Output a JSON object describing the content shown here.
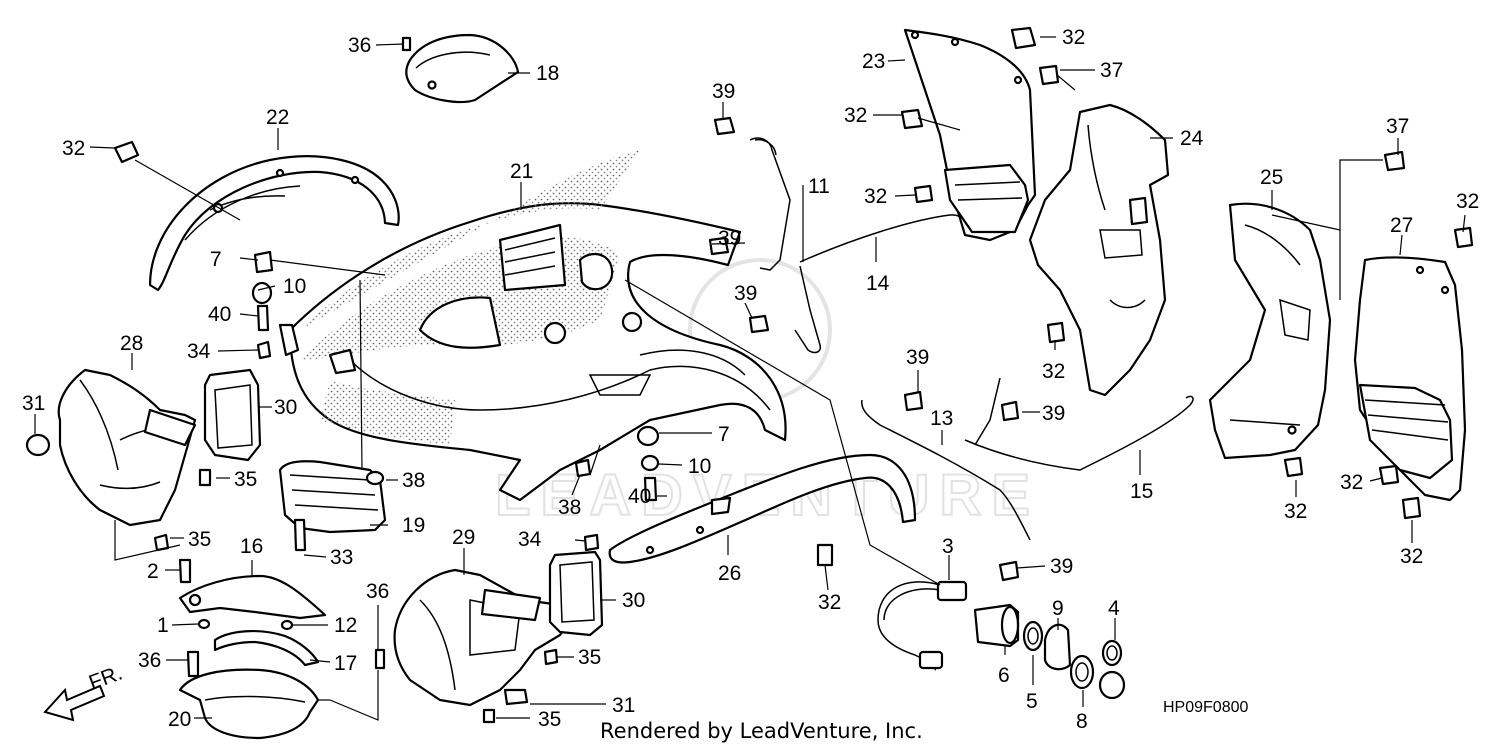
{
  "diagram": {
    "code": "HP09F0800",
    "credit": "Rendered by LeadVenture, Inc.",
    "front_marker": "FR.",
    "watermark": "LEADVENTURE",
    "callouts": [
      {
        "label": "36"
      },
      {
        "label": "18"
      },
      {
        "label": "22"
      },
      {
        "label": "32"
      },
      {
        "label": "21"
      },
      {
        "label": "7"
      },
      {
        "label": "10"
      },
      {
        "label": "40"
      },
      {
        "label": "34"
      },
      {
        "label": "28"
      },
      {
        "label": "30"
      },
      {
        "label": "31"
      },
      {
        "label": "35"
      },
      {
        "label": "38"
      },
      {
        "label": "19"
      },
      {
        "label": "33"
      },
      {
        "label": "35"
      },
      {
        "label": "2"
      },
      {
        "label": "16"
      },
      {
        "label": "1"
      },
      {
        "label": "12"
      },
      {
        "label": "36"
      },
      {
        "label": "17"
      },
      {
        "label": "20"
      },
      {
        "label": "29"
      },
      {
        "label": "34"
      },
      {
        "label": "30"
      },
      {
        "label": "36"
      },
      {
        "label": "35"
      },
      {
        "label": "31"
      },
      {
        "label": "35"
      },
      {
        "label": "7"
      },
      {
        "label": "10"
      },
      {
        "label": "40"
      },
      {
        "label": "38"
      },
      {
        "label": "26"
      },
      {
        "label": "32"
      },
      {
        "label": "39"
      },
      {
        "label": "11"
      },
      {
        "label": "39"
      },
      {
        "label": "14"
      },
      {
        "label": "39"
      },
      {
        "label": "23"
      },
      {
        "label": "32"
      },
      {
        "label": "37"
      },
      {
        "label": "32"
      },
      {
        "label": "24"
      },
      {
        "label": "32"
      },
      {
        "label": "32"
      },
      {
        "label": "39"
      },
      {
        "label": "13"
      },
      {
        "label": "39"
      },
      {
        "label": "15"
      },
      {
        "label": "3"
      },
      {
        "label": "39"
      },
      {
        "label": "6"
      },
      {
        "label": "9"
      },
      {
        "label": "4"
      },
      {
        "label": "5"
      },
      {
        "label": "8"
      },
      {
        "label": "37"
      },
      {
        "label": "25"
      },
      {
        "label": "32"
      },
      {
        "label": "27"
      },
      {
        "label": "32"
      },
      {
        "label": "32"
      },
      {
        "label": "32"
      }
    ]
  }
}
